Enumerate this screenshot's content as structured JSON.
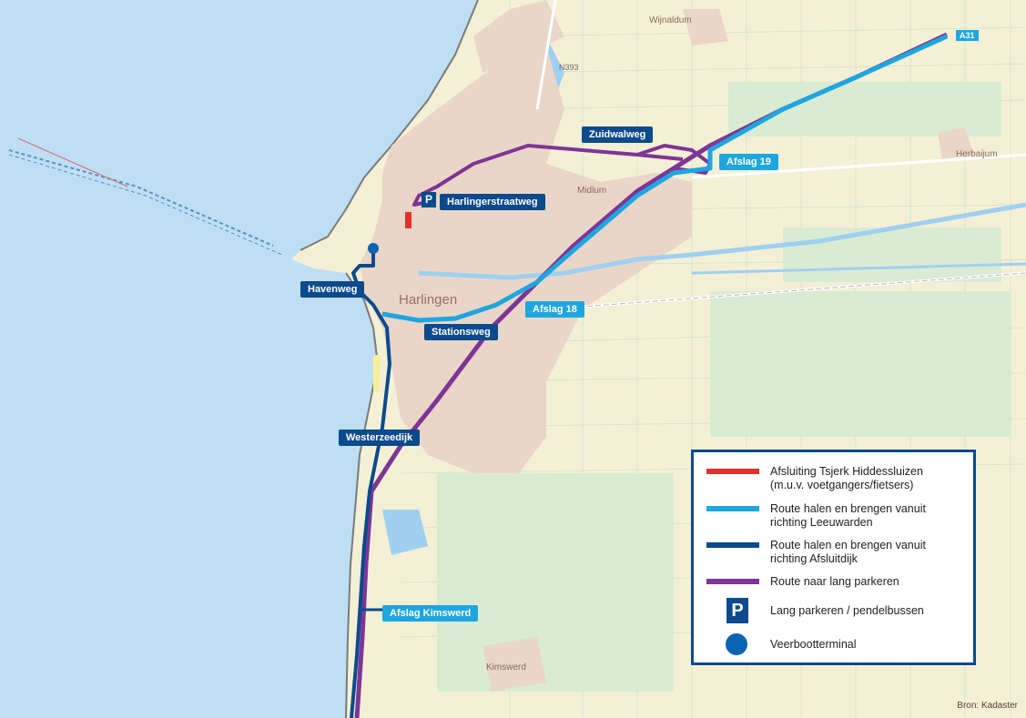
{
  "map": {
    "colors": {
      "sea": "#bedff3",
      "land": "#f4f0d6",
      "urban": "#ead6c8",
      "water_inland": "#9fd0ef",
      "closure": "#e53027",
      "route_leeuwarden": "#1ea6df",
      "route_afsluitdijk": "#0b4a8c",
      "route_parking": "#7d3596"
    },
    "road_labels": {
      "zuidwalweg": "Zuidwalweg",
      "harlingerstraatweg": "Harlingerstraatweg",
      "havenweg": "Havenweg",
      "stationsweg": "Stationsweg",
      "westerzeedijk": "Westerzeedijk",
      "afslag19": "Afslag 19",
      "afslag18": "Afslag 18",
      "afslag_kimswerd": "Afslag Kimswerd"
    },
    "places": {
      "harlingen": "Harlingen",
      "wijnaldum": "Wijnaldum",
      "midlum": "Midlum",
      "herbaijum": "Herbaijum",
      "kimswerd": "Kimswerd"
    },
    "route_numbers": {
      "n393": "N393",
      "a31": "A31"
    },
    "parking_symbol": "P",
    "source": "Bron: Kadaster"
  },
  "legend": {
    "items": [
      {
        "icon": "red-line",
        "color": "#e53027",
        "label_line1": "Afsluiting Tsjerk Hiddessluizen",
        "label_line2": "(m.u.v. voetgangers/fietsers)"
      },
      {
        "icon": "light-blue-line",
        "color": "#1ea6df",
        "label_line1": "Route halen en brengen vanuit",
        "label_line2": "richting Leeuwarden"
      },
      {
        "icon": "dark-blue-line",
        "color": "#0b4a8c",
        "label_line1": "Route halen en brengen vanuit",
        "label_line2": "richting Afsluitdijk"
      },
      {
        "icon": "purple-line",
        "color": "#7d3596",
        "label_line1": "Route naar lang parkeren",
        "label_line2": ""
      },
      {
        "icon": "parking-icon",
        "symbol": "P",
        "label_line1": "Lang parkeren / pendelbussen",
        "label_line2": ""
      },
      {
        "icon": "ferry-terminal-icon",
        "color": "#0b63b3",
        "label_line1": "Veerbootterminal",
        "label_line2": ""
      }
    ]
  }
}
